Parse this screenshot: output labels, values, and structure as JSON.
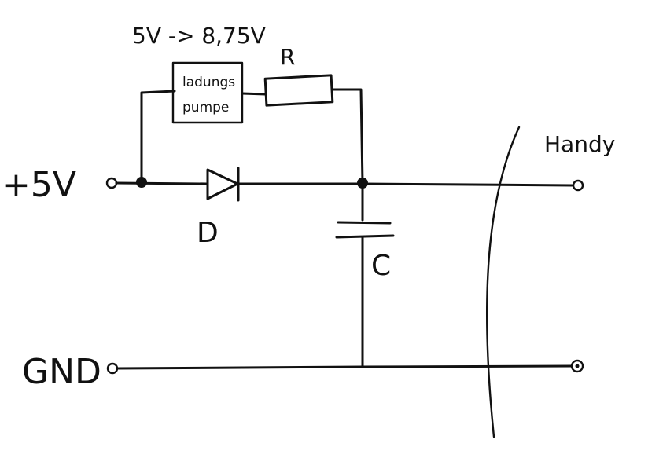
{
  "labels": {
    "plus5v": "+5V",
    "gnd": "GND",
    "handy": "Handy",
    "voltage": "5V -> 8,75V",
    "resistor": "R",
    "diode": "D",
    "capacitor": "C",
    "pump_line1": "ladungs",
    "pump_line2": "pumpe"
  }
}
